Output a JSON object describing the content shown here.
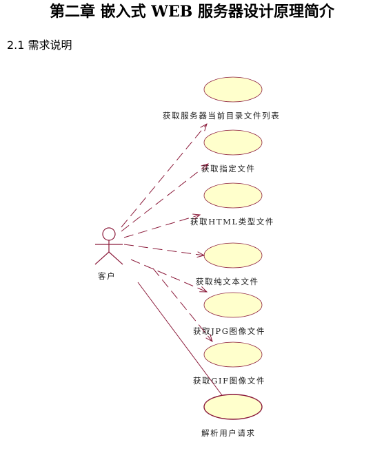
{
  "document": {
    "chapter_title": "第二章  嵌入式 WEB 服务器设计原理简介",
    "section_title": "2.1  需求说明"
  },
  "diagram": {
    "actor": {
      "label": "客户"
    },
    "use_cases": [
      {
        "label": "获取服务器当前目录文件列表"
      },
      {
        "label": "获取指定文件"
      },
      {
        "label": "获取HTML类型文件"
      },
      {
        "label": "获取纯文本文件"
      },
      {
        "label": "获取JPG图像文件"
      },
      {
        "label": "获取GIF图像文件"
      },
      {
        "label": "解析用户请求"
      }
    ],
    "colors": {
      "ellipse_fill": "#ffffcc",
      "ellipse_stroke": "#8b1a3a",
      "actor_stroke": "#8b1a3a",
      "line_stroke": "#8b1a3a"
    }
  }
}
